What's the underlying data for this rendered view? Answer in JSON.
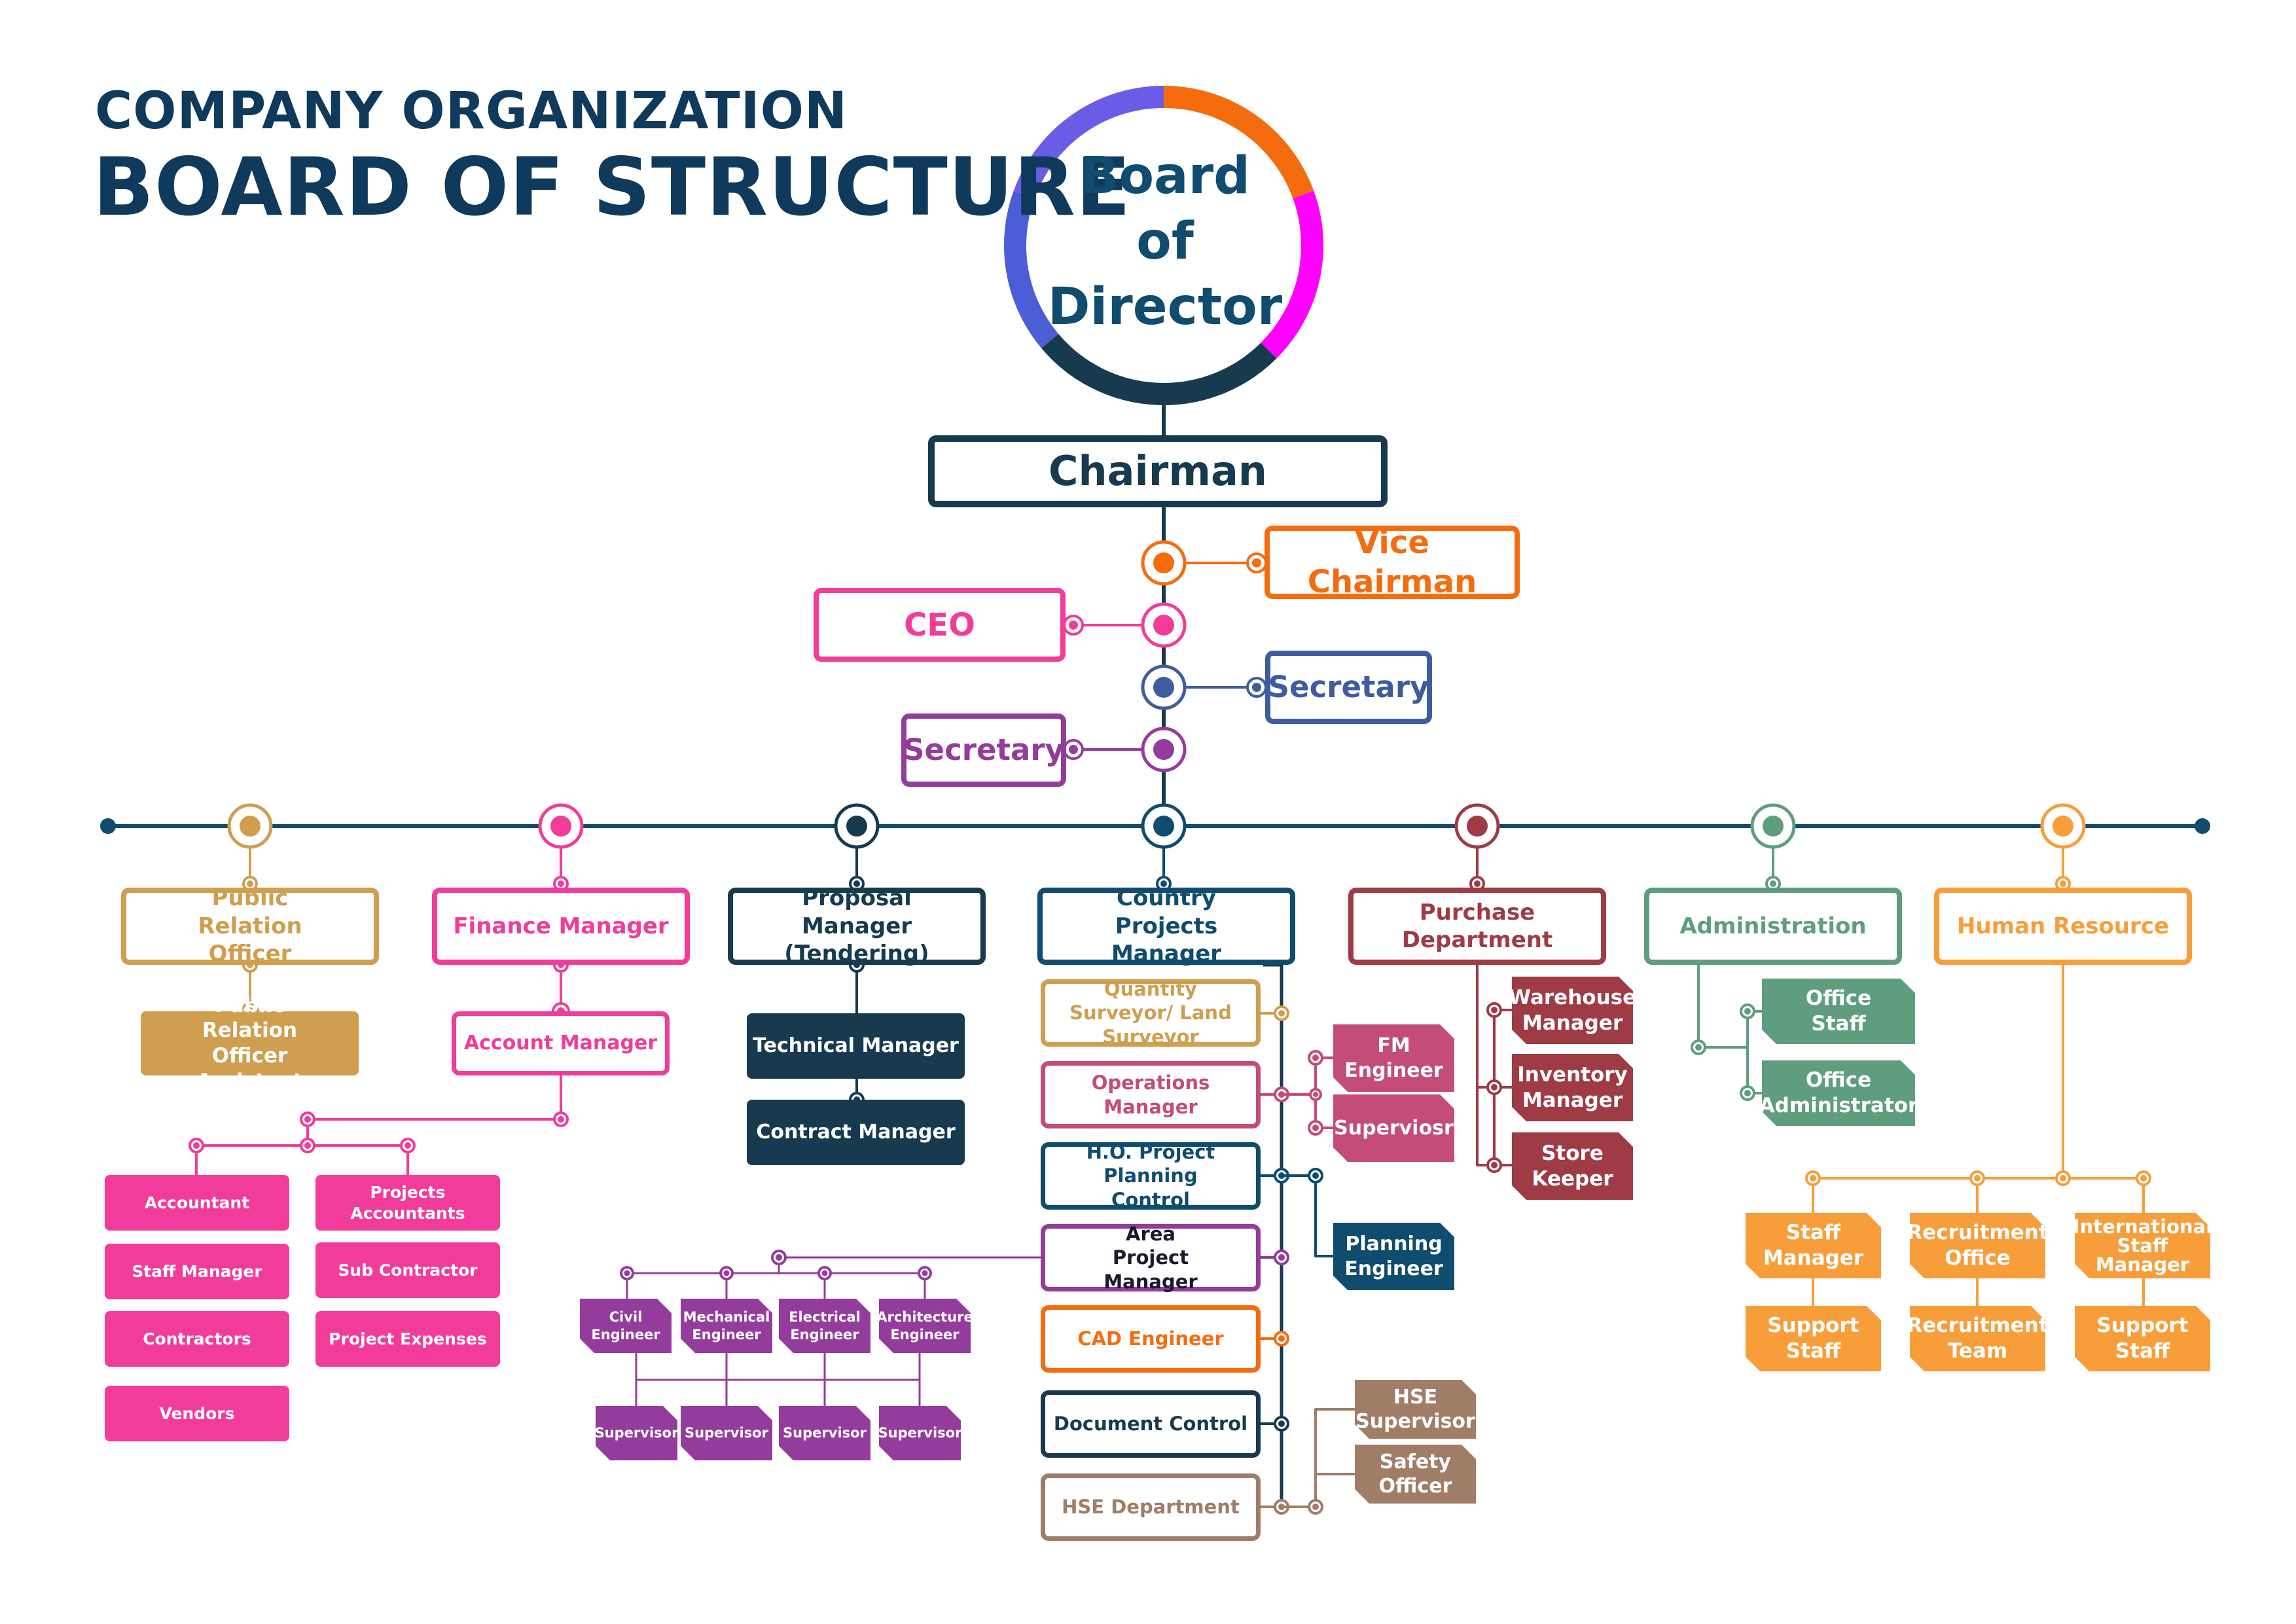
{
  "header": {
    "line1": "COMPANY ORGANIZATION",
    "line2": "BOARD OF STRUCTURE"
  },
  "board": {
    "line1": "Board",
    "line2": "of",
    "line3": "Director"
  },
  "colors": {
    "navy": "#173a4f",
    "orange": "#f56c0f",
    "pink": "#f23c99",
    "blue": "#3f5c9e",
    "purple": "#943c9c",
    "gold": "#cf9e4f",
    "darkblue": "#0f4c6e",
    "maroon": "#9e3b45",
    "green": "#5e9e7e",
    "hrorange": "#f79e3b",
    "mauve": "#c34c78",
    "brown": "#a07d66",
    "magenta": "#ff00ff",
    "violet": "#6b5ce8",
    "violet2": "#4c5dd8"
  },
  "top": {
    "chairman": "Chairman",
    "vice_chairman": "Vice Chairman",
    "ceo": "CEO",
    "secretary_right": "Secretary",
    "secretary_left": "Secretary"
  },
  "departments": {
    "public_relation": {
      "head": "Public Relation Officer",
      "assistant": "Public Relation Officer Assistant"
    },
    "finance": {
      "head": "Finance Manager",
      "account_manager": "Account Manager",
      "items": [
        "Accountant",
        "Projects Accountants",
        "Staff Manager",
        "Sub Contractor",
        "Contractors",
        "Project Expenses",
        "Vendors"
      ]
    },
    "proposal": {
      "head": "Proposal Manager (Tendering)",
      "items": [
        "Technical Manager",
        "Contract Manager"
      ]
    },
    "country_projects": {
      "head": "Country Projects Manager",
      "items": [
        "Quantity Surveyor/ Land Surveyor",
        "Operations Manager",
        "H.O. Project Planning Control",
        "Area Project Manager",
        "CAD Engineer",
        "Document Control",
        "HSE Department"
      ],
      "operations_sub": [
        "FM Engineer",
        "Superviosr"
      ],
      "planning_engineer": "Planning Engineer",
      "engineers": [
        "Civil Engineer",
        "Mechanical Engineer",
        "Electrical Engineer",
        "Architecture Engineer"
      ],
      "supervisors": [
        "Supervisor",
        "Supervisor",
        "Supervisor",
        "Supervisor"
      ],
      "hse_sub": [
        "HSE Supervisor",
        "Safety Officer"
      ]
    },
    "purchase": {
      "head": "Purchase Department",
      "items": [
        "Warehouse Manager",
        "Inventory Manager",
        "Store Keeper"
      ]
    },
    "administration": {
      "head": "Administration",
      "items": [
        "Office Staff",
        "Office Administrator"
      ]
    },
    "human_resource": {
      "head": "Human Resource",
      "items": [
        "Staff Manager",
        "Recruitment Office",
        "International Staff Manager",
        "Support Staff",
        "Recruitment Team",
        "Support Staff"
      ]
    }
  }
}
